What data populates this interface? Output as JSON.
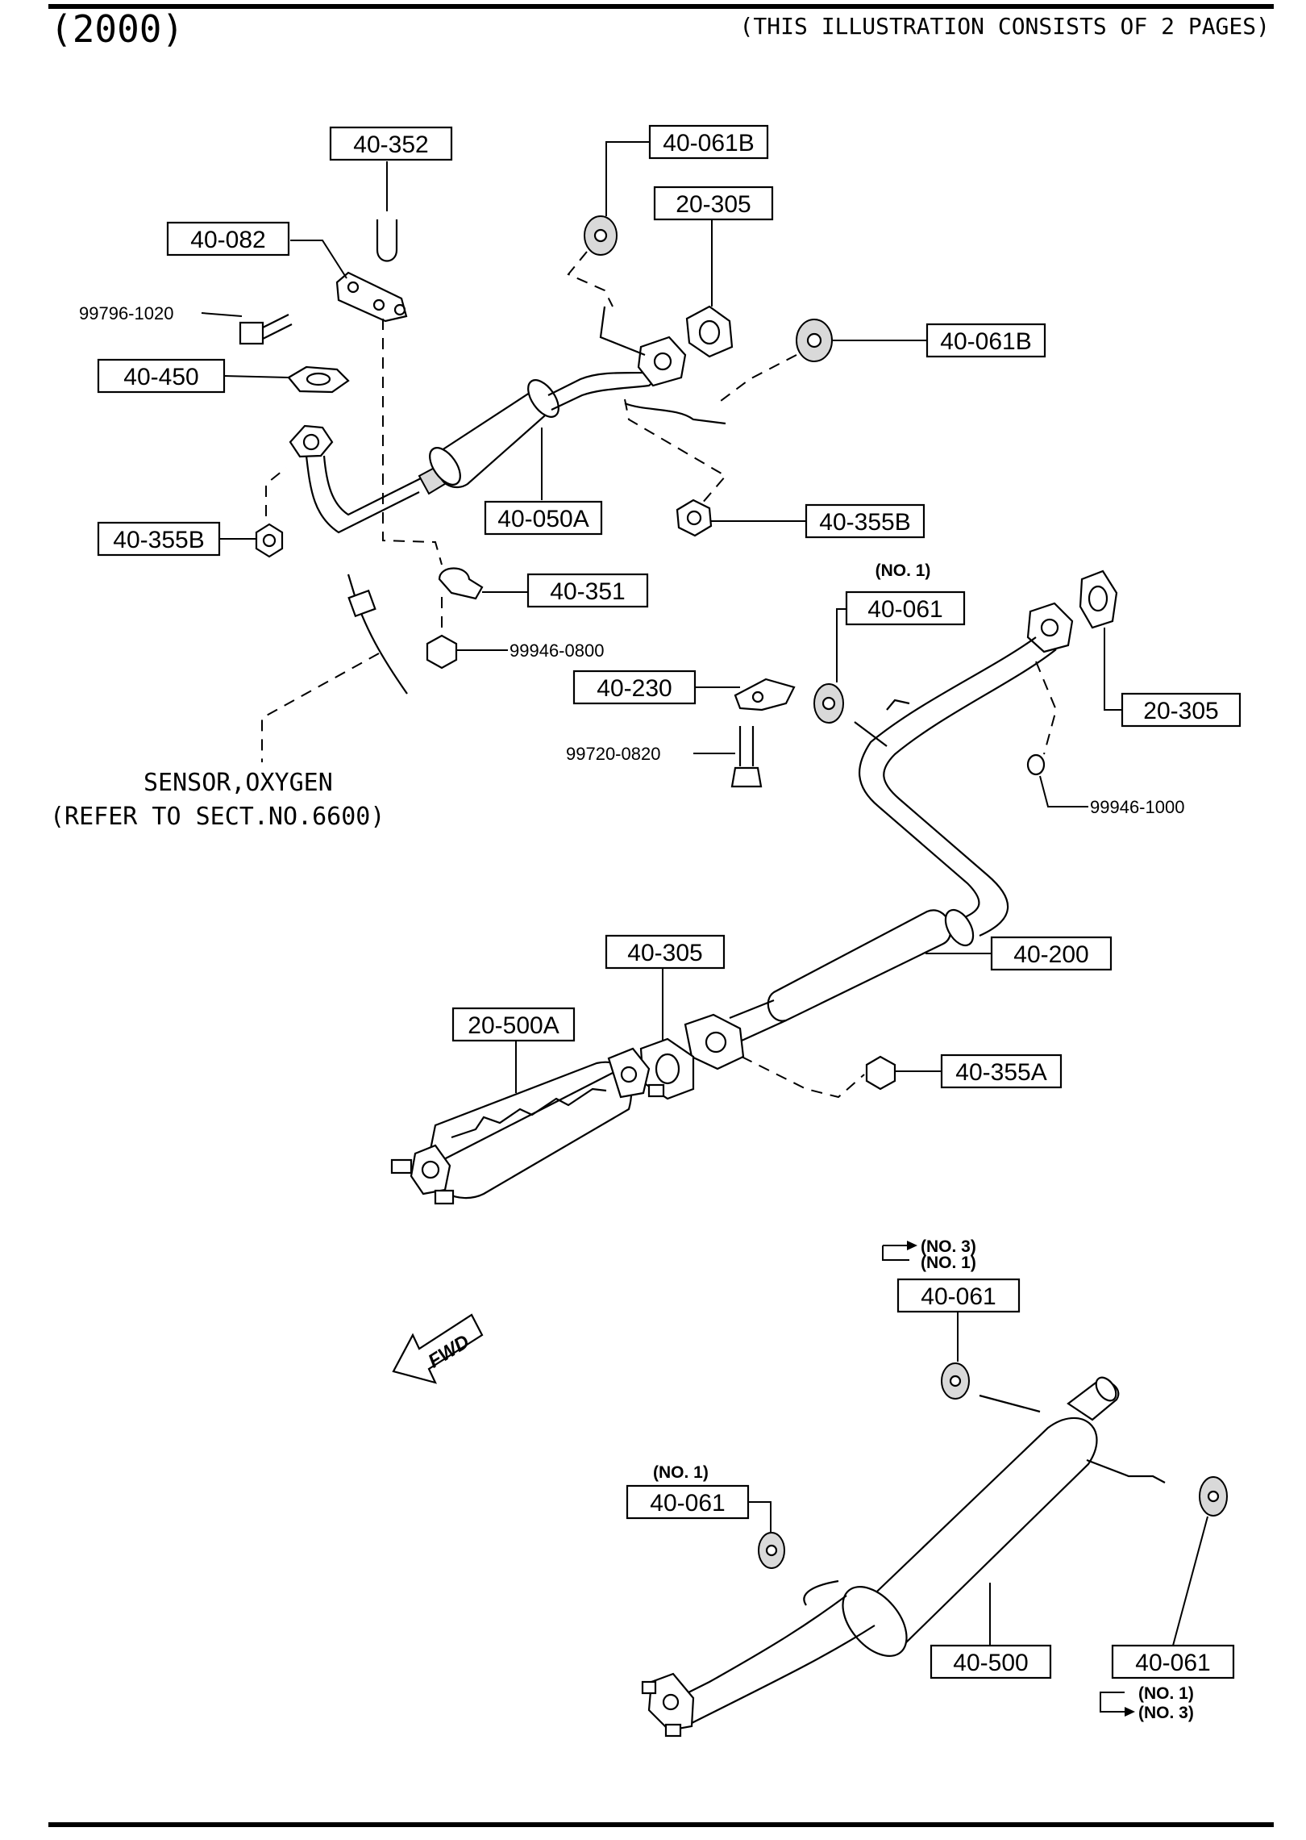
{
  "header": {
    "year": "(2000)",
    "note": "(THIS ILLUSTRATION CONSISTS OF  2 PAGES)"
  },
  "labels": {
    "l_40_352": "40-352",
    "l_40_061B_top": "40-061B",
    "l_20_305_top": "20-305",
    "l_40_082": "40-082",
    "l_99796_1020": "99796-1020",
    "l_40_450": "40-450",
    "l_40_061B_right": "40-061B",
    "l_40_050A": "40-050A",
    "l_40_355B_left": "40-355B",
    "l_40_355B_right": "40-355B",
    "l_40_351": "40-351",
    "l_99946_0800": "99946-0800",
    "l_40_230": "40-230",
    "l_40_061_mid": "40-061",
    "l_20_305_mid": "20-305",
    "l_99720_0820": "99720-0820",
    "l_99946_1000": "99946-1000",
    "l_40_305": "40-305",
    "l_40_200": "40-200",
    "l_20_500A": "20-500A",
    "l_40_355A": "40-355A",
    "l_40_061_rear_top": "40-061",
    "l_40_061_rear_left": "40-061",
    "l_40_500": "40-500",
    "l_40_061_rear_right": "40-061"
  },
  "notes": {
    "no1_mid": "(NO. 1)",
    "no3_top": "(NO. 3)",
    "no1_top": "(NO. 1)",
    "no1_left": "(NO. 1)",
    "no1_bottom": "(NO. 1)",
    "no3_bottom": "(NO. 3)"
  },
  "sensor": {
    "line1": "SENSOR,OXYGEN",
    "line2": "(REFER TO SECT.NO.6600)"
  },
  "fwd": "FWD"
}
